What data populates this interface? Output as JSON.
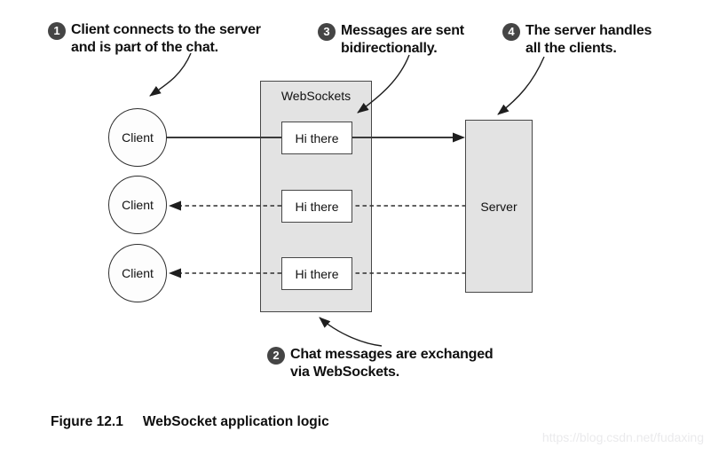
{
  "diagram": {
    "clients": [
      "Client",
      "Client",
      "Client"
    ],
    "websockets": {
      "label": "WebSockets",
      "messages": [
        "Hi there",
        "Hi there",
        "Hi there"
      ]
    },
    "server": {
      "label": "Server"
    },
    "connections": [
      {
        "row": 1,
        "style": "solid",
        "direction": "client-to-server"
      },
      {
        "row": 2,
        "style": "dashed",
        "direction": "server-to-client"
      },
      {
        "row": 3,
        "style": "dashed",
        "direction": "server-to-client"
      }
    ]
  },
  "annotations": [
    {
      "number": "1",
      "line1": "Client connects to the server",
      "line2": "and is part of the chat."
    },
    {
      "number": "2",
      "line1": "Chat messages are exchanged",
      "line2": "via WebSockets."
    },
    {
      "number": "3",
      "line1": "Messages are sent",
      "line2": "bidirectionally."
    },
    {
      "number": "4",
      "line1": "The server handles",
      "line2": "all the clients."
    }
  ],
  "caption": {
    "label": "Figure 12.1",
    "title": "WebSocket application logic"
  },
  "watermark": "https://blog.csdn.net/fudaxing",
  "colors": {
    "box_fill": "#e3e3e3",
    "box_border": "#474747",
    "line": "#3a3a3a",
    "badge": "#454545",
    "watermark": "#eaeaec",
    "background": "#ffffff"
  }
}
